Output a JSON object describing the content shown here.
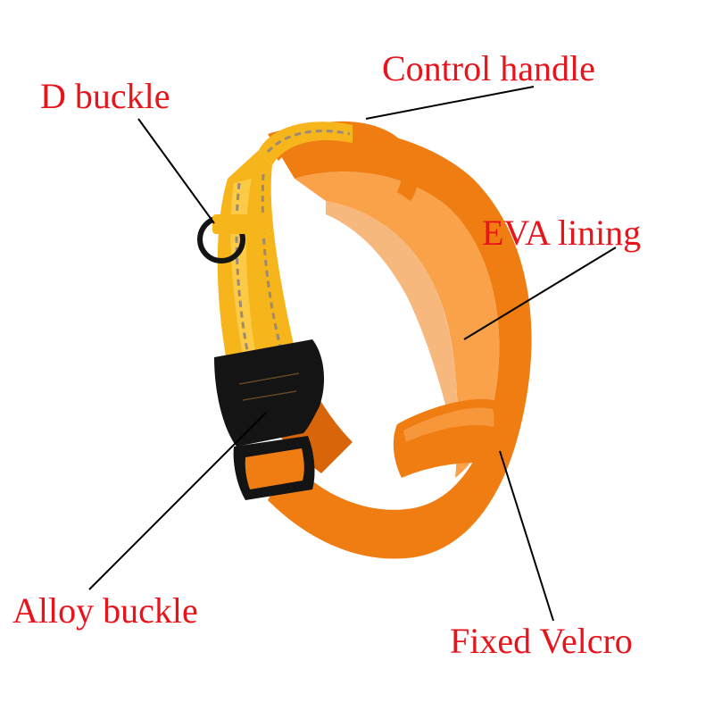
{
  "colors": {
    "label": "#e8141c",
    "leader": "#000000",
    "collar_orange": "#f07d12",
    "collar_orange_dark": "#d8650a",
    "collar_orange_light": "#f9a24a",
    "strap_yellow": "#f7b51c",
    "strap_yellow_light": "#fcd050",
    "reflective_stitch": "#9b8a74",
    "buckle_black": "#141414",
    "background": "#ffffff"
  },
  "labels": {
    "control_handle": "Control handle",
    "d_buckle": "D buckle",
    "eva_lining": "EVA lining",
    "alloy_buckle": "Alloy buckle",
    "fixed_velcro": "Fixed Velcro"
  }
}
